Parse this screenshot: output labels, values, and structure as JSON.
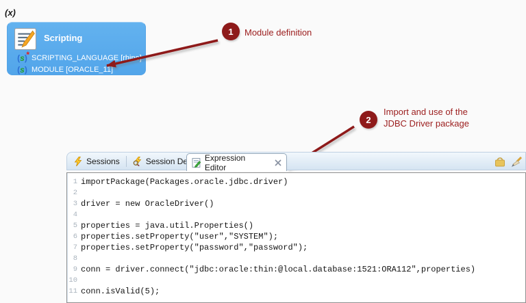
{
  "page": {
    "variable_label": "(x)"
  },
  "colors": {
    "annotation_red": "#8e1a1a",
    "annotation_text_red": "#9b1c1c",
    "module_blue": "#55a8ec",
    "tabbar_bg": "#d9e6f3",
    "code_line_number_gray": "#a9b3bd"
  },
  "module_box": {
    "title": "Scripting",
    "param_glyph": {
      "open": "(",
      "s": "s",
      "close": ")",
      "modified_marker": "*"
    },
    "items": [
      {
        "label": "SCRIPTING_LANGUAGE [rhino]"
      },
      {
        "label": "MODULE [ORACLE_11]"
      }
    ]
  },
  "annotations": {
    "a1": {
      "number": "1",
      "label": "Module definition"
    },
    "a2": {
      "number": "2",
      "line1": "Import and use of the",
      "line2": "JDBC Driver package"
    }
  },
  "editor": {
    "tabs": [
      {
        "label": "Sessions"
      },
      {
        "label": "Session Detail"
      },
      {
        "label": "Expression Editor"
      }
    ],
    "code_lines": [
      {
        "num": "1",
        "text": "importPackage(Packages.oracle.jdbc.driver)"
      },
      {
        "num": "2",
        "text": ""
      },
      {
        "num": "3",
        "text": "driver = new OracleDriver()"
      },
      {
        "num": "4",
        "text": ""
      },
      {
        "num": "5",
        "text": "properties = java.util.Properties()"
      },
      {
        "num": "6",
        "text": "properties.setProperty(\"user\",\"SYSTEM\");"
      },
      {
        "num": "7",
        "text": "properties.setProperty(\"password\",\"password\");"
      },
      {
        "num": "8",
        "text": ""
      },
      {
        "num": "9",
        "text": "conn = driver.connect(\"jdbc:oracle:thin:@local.database:1521:ORA112\",properties)"
      },
      {
        "num": "10",
        "text": ""
      },
      {
        "num": "11",
        "text": "conn.isValid(5);"
      }
    ]
  }
}
